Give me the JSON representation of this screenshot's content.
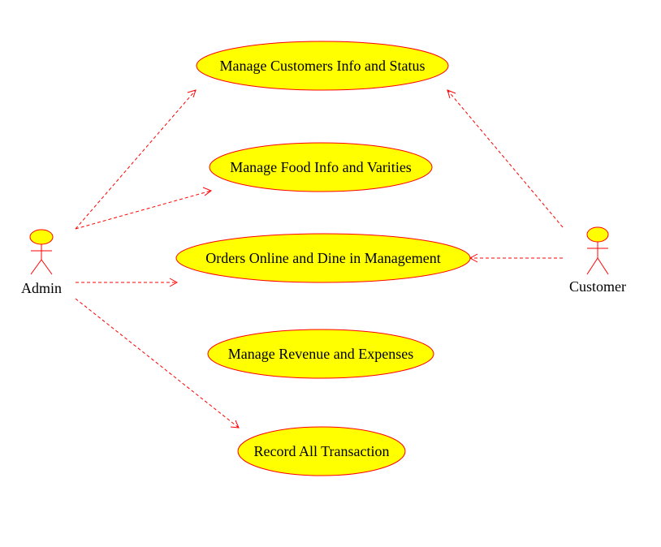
{
  "colors": {
    "stroke": "#ff0000",
    "fill": "#ffff00",
    "text": "#000000",
    "background": "#ffffff"
  },
  "actors": {
    "admin": {
      "label": "Admin"
    },
    "customer": {
      "label": "Customer"
    }
  },
  "use_cases": {
    "customers_info": {
      "label": "Manage Customers Info and Status"
    },
    "food_info": {
      "label": "Manage Food Info and Varities"
    },
    "orders": {
      "label": "Orders Online and Dine in Management"
    },
    "revenue": {
      "label": "Manage Revenue and Expenses"
    },
    "transactions": {
      "label": "Record All Transaction"
    }
  },
  "associations": [
    {
      "from": "admin",
      "to": "customers_info",
      "style": "dashed-arrow"
    },
    {
      "from": "admin",
      "to": "food_info",
      "style": "dashed-arrow"
    },
    {
      "from": "admin",
      "to": "orders",
      "style": "dashed-arrow"
    },
    {
      "from": "admin",
      "to": "transactions",
      "style": "dashed-arrow"
    },
    {
      "from": "customer",
      "to": "customers_info",
      "style": "dashed-arrow"
    },
    {
      "from": "customer",
      "to": "orders",
      "style": "dashed-arrow"
    }
  ]
}
